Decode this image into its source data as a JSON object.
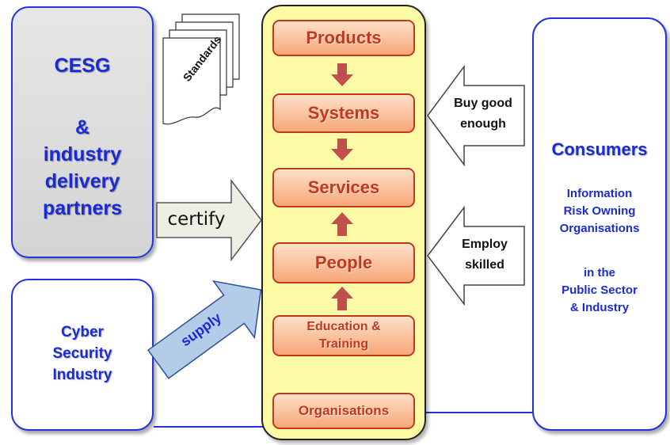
{
  "cesg": {
    "line1": "CESG",
    "line2": "&",
    "line3": "industry",
    "line4": "delivery",
    "line5": "partners"
  },
  "cyber": {
    "text": "Cyber\nSecurity\nIndustry"
  },
  "consumers": {
    "title": "Consumers",
    "sub1": "Information\nRisk Owning\nOrganisations",
    "sub2": "in the\nPublic Sector\n& Industry"
  },
  "stages": {
    "products": "Products",
    "systems": "Systems",
    "services": "Services",
    "people": "People",
    "education": "Education &\nTraining",
    "organisations": "Organisations"
  },
  "arrows": {
    "standards": "Standards",
    "certify": "certify",
    "supply": "supply",
    "buy": "Buy good\nenough",
    "employ": "Employ\nskilled"
  },
  "colors": {
    "blue": "#1a2bd6",
    "center_fill": "#fdfaa5",
    "stage_text": "#c0391f",
    "small_arrow": "#c0504d",
    "supply_fill": "#b3cde8"
  }
}
